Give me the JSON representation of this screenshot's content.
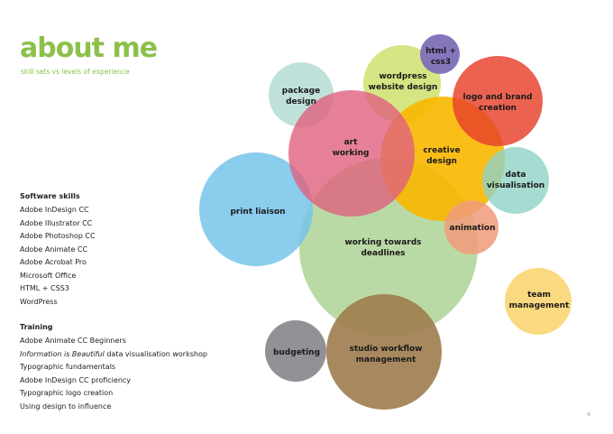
{
  "header": {
    "title": "about me",
    "subtitle": "skill sets vs levels of experience"
  },
  "software": {
    "heading": "Software skills",
    "items": [
      "Adobe InDesign CC",
      "Adobe Illustrator CC",
      "Adobe Photoshop CC",
      "Adobe Animate CC",
      "Adobe Acrobat Pro",
      "Microsoft Office",
      "HTML + CSS3",
      "WordPress"
    ]
  },
  "training": {
    "heading": "Training",
    "items": [
      "Adobe Animate CC Beginners",
      "Information is Beautiful data visualisation workshop",
      "Typographic fundamentals",
      "Adobe InDesign CC proficiency",
      "Typographic logo creation",
      "Using design to influence"
    ],
    "italic_part": "Information is Beautiful"
  },
  "bubbles": [
    {
      "id": "working-towards-deadlines",
      "lines": [
        "working towards",
        "deadlines"
      ],
      "color": "#a9d18e",
      "opacity": 0.8
    },
    {
      "id": "print-liaison",
      "lines": [
        "print liaison"
      ],
      "color": "#76c4ea",
      "opacity": 0.85
    },
    {
      "id": "package-design",
      "lines": [
        "package",
        "design"
      ],
      "color": "#b5dcd3",
      "opacity": 0.85
    },
    {
      "id": "wordpress-website-design",
      "lines": [
        "wordpress",
        "website design"
      ],
      "color": "#cfe06f",
      "opacity": 0.85
    },
    {
      "id": "creative-design",
      "lines": [
        "creative",
        "design"
      ],
      "color": "#f9b700",
      "opacity": 0.9
    },
    {
      "id": "art-working",
      "lines": [
        "art",
        "working"
      ],
      "color": "#e0607e",
      "opacity": 0.8
    },
    {
      "id": "logo-and-brand-creation",
      "lines": [
        "logo and brand",
        "creation"
      ],
      "color": "#e6402a",
      "opacity": 0.82
    },
    {
      "id": "html-css3",
      "lines": [
        "html +",
        "css3"
      ],
      "color": "#7e6fb8",
      "opacity": 0.95
    },
    {
      "id": "data-visualisation",
      "lines": [
        "data",
        "visualisation"
      ],
      "color": "#8ed2c4",
      "opacity": 0.8
    },
    {
      "id": "animation",
      "lines": [
        "animation"
      ],
      "color": "#f19a7a",
      "opacity": 0.85
    },
    {
      "id": "team-management",
      "lines": [
        "team",
        "management"
      ],
      "color": "#fbd779",
      "opacity": 0.95
    },
    {
      "id": "budgeting",
      "lines": [
        "budgeting"
      ],
      "color": "#8a8c8f",
      "opacity": 0.95
    },
    {
      "id": "studio-workflow-management",
      "lines": [
        "studio workflow",
        "management"
      ],
      "color": "#9e7c4e",
      "opacity": 0.9
    }
  ],
  "page_number": "4"
}
